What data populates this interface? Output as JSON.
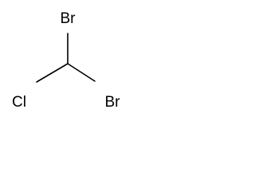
{
  "molecule": {
    "atoms": {
      "top": "Br",
      "left": "Cl",
      "right": "Br"
    }
  }
}
